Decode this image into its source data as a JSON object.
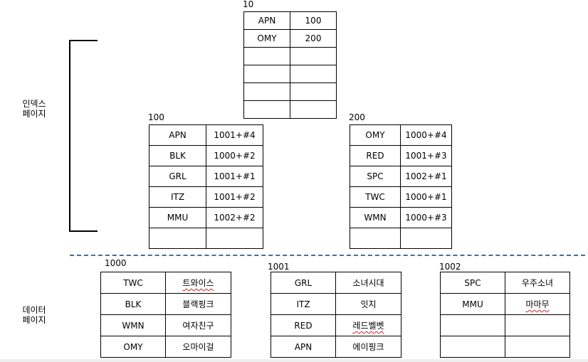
{
  "index_section": {
    "line1": "인덱스",
    "line2": "페이지"
  },
  "data_section": {
    "line1": "데이터",
    "line2": "페이지"
  },
  "root_page": {
    "label": "10",
    "rows": [
      [
        "APN",
        "100"
      ],
      [
        "OMY",
        "200"
      ],
      [
        "",
        ""
      ],
      [
        "",
        ""
      ],
      [
        "",
        ""
      ],
      [
        "",
        ""
      ]
    ]
  },
  "leaf_pages": [
    {
      "label": "100",
      "rows": [
        [
          "APN",
          "1001+#4"
        ],
        [
          "BLK",
          "1000+#2"
        ],
        [
          "GRL",
          "1001+#1"
        ],
        [
          "ITZ",
          "1001+#2"
        ],
        [
          "MMU",
          "1002+#2"
        ],
        [
          "",
          ""
        ]
      ]
    },
    {
      "label": "200",
      "rows": [
        [
          "OMY",
          "1000+#4"
        ],
        [
          "RED",
          "1001+#3"
        ],
        [
          "SPC",
          "1002+#1"
        ],
        [
          "TWC",
          "1000+#1"
        ],
        [
          "WMN",
          "1000+#3"
        ],
        [
          "",
          ""
        ]
      ]
    }
  ],
  "data_pages": [
    {
      "label": "1000",
      "rows": [
        [
          "TWC",
          "트와이스"
        ],
        [
          "BLK",
          "블랙핑크"
        ],
        [
          "WMN",
          "여자친구"
        ],
        [
          "OMY",
          "오마이걸"
        ]
      ],
      "squiggly": [
        "트와이스"
      ]
    },
    {
      "label": "1001",
      "rows": [
        [
          "GRL",
          "소녀시대"
        ],
        [
          "ITZ",
          "잇지"
        ],
        [
          "RED",
          "레드벨벳"
        ],
        [
          "APN",
          "에이핑크"
        ]
      ],
      "squiggly": [
        "레드벨벳"
      ]
    },
    {
      "label": "1002",
      "rows": [
        [
          "SPC",
          "우주소녀"
        ],
        [
          "MMU",
          "마마무"
        ],
        [
          "",
          ""
        ],
        [
          "",
          ""
        ]
      ],
      "squiggly": [
        "마마무"
      ]
    }
  ]
}
